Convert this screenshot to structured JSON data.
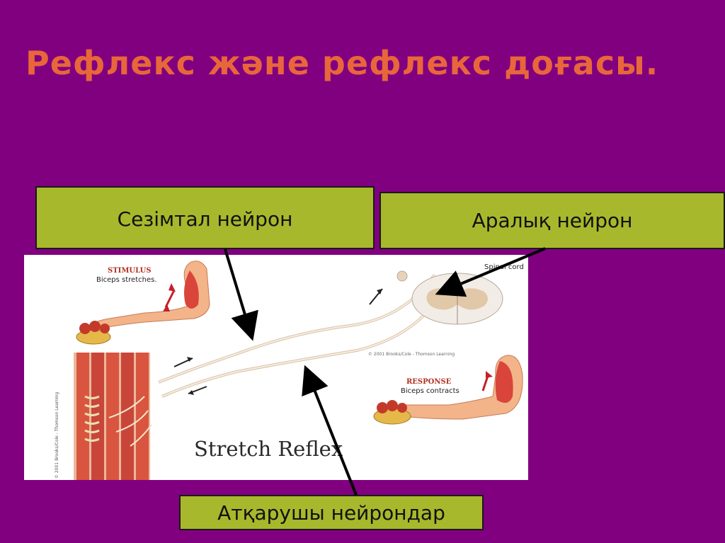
{
  "slide": {
    "title": "Рефлекс және рефлекс доғасы."
  },
  "labels": {
    "sensory_neuron": "Сезімтал нейрон",
    "interneuron": "Аралық нейрон",
    "motor_neurons": "Атқарушы нейрондар"
  },
  "figure": {
    "stimulus_heading": "STIMULUS",
    "stimulus_text": "Biceps stretches.",
    "response_heading": "RESPONSE",
    "response_text": "Biceps contracts",
    "spinal_cord_label": "Spinal cord",
    "caption": "Stretch Reflex",
    "copyright_left": "© 2001 Brooks/Cole - Thomson Learning",
    "copyright_mid": "© 2001 Brooks/Cole - Thomson Learning"
  },
  "colors": {
    "background": "#800080",
    "title": "#e8663a",
    "label_box": "#a8b82c",
    "muscle": "#d9453a",
    "skin": "#f3b48a"
  }
}
